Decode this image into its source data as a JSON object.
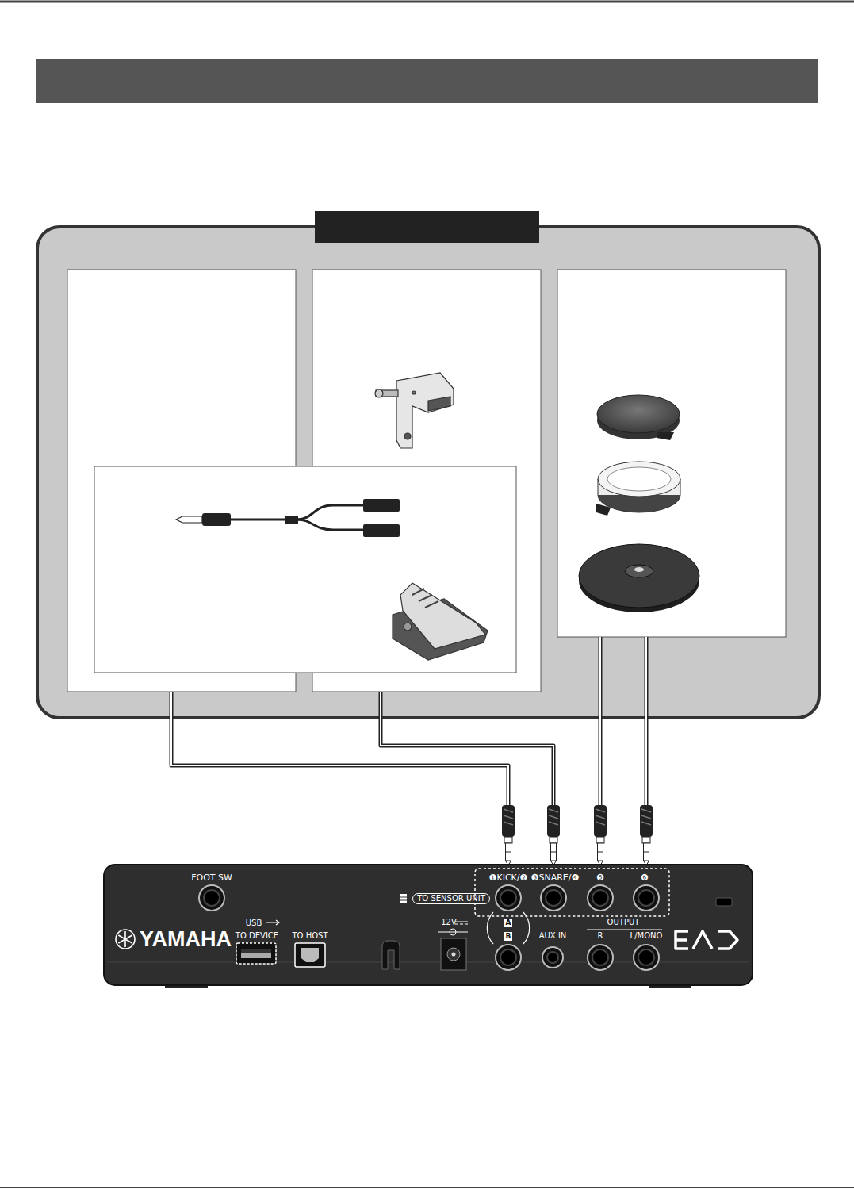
{
  "diagram": {
    "nodes": [
      {
        "text": [
          "FOOT SW",
          "❶KICK/❷",
          "❸SNARE/❹",
          "❺",
          "❻",
          "TO SENSOR UNIT",
          "A",
          "B",
          "USB",
          "TO DEVICE",
          "TO HOST",
          "12V",
          "AUX IN",
          "OUTPUT",
          "R",
          "L/MONO",
          "YAMAHA"
        ]
      }
    ]
  }
}
